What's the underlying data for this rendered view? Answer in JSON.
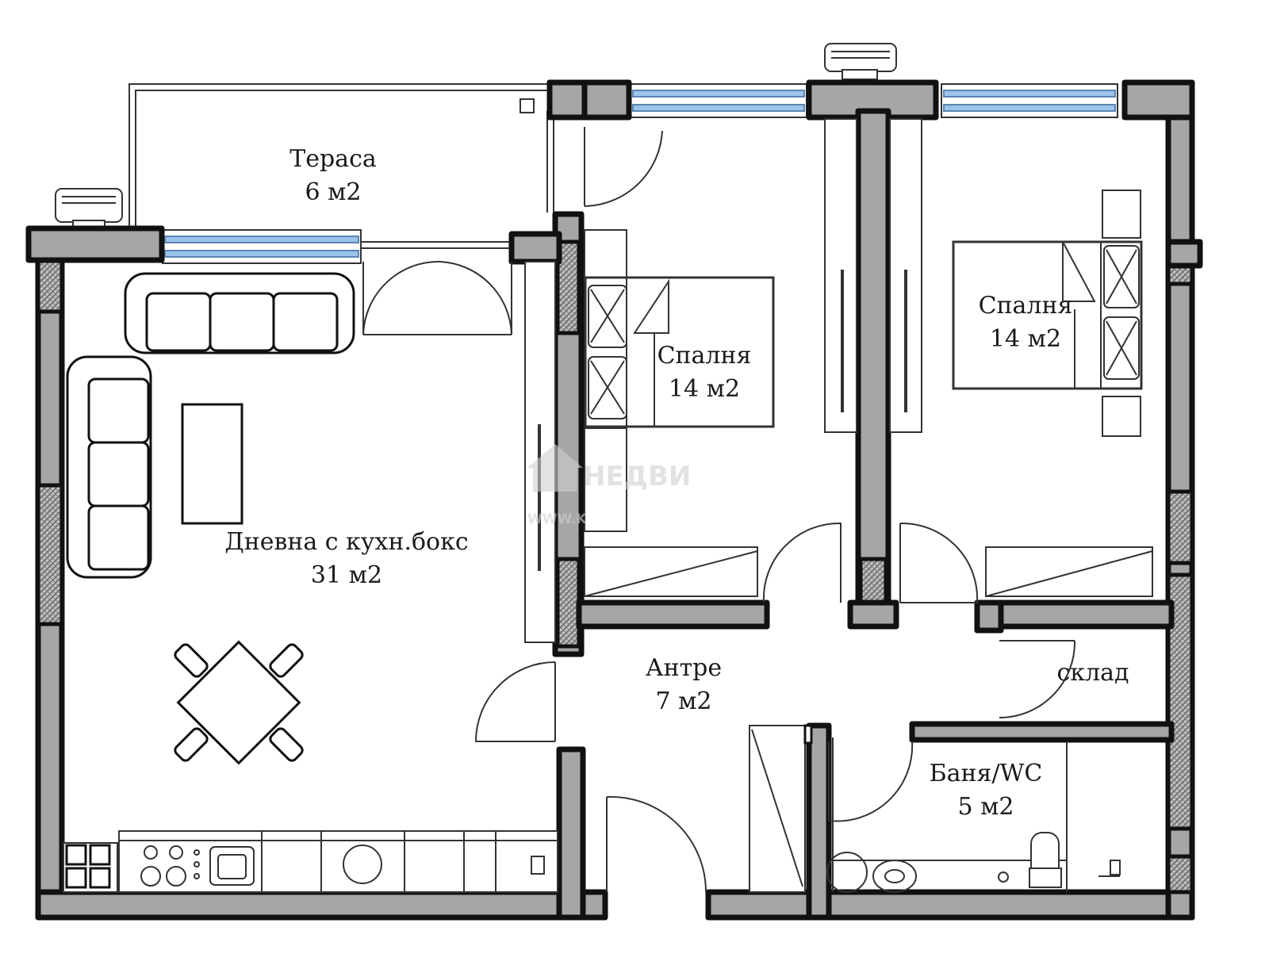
{
  "rooms": [
    {
      "id": "terrace",
      "name": "Тераса",
      "area": "6 м2"
    },
    {
      "id": "living",
      "name": "Дневна с кухн.бокс",
      "area": "31 м2"
    },
    {
      "id": "bedroom1",
      "name": "Спалня",
      "area": "14 м2"
    },
    {
      "id": "bedroom2",
      "name": "Спалня",
      "area": "14 м2"
    },
    {
      "id": "hall",
      "name": "Антре",
      "area": "7 м2"
    },
    {
      "id": "storage",
      "name": "склад",
      "area": ""
    },
    {
      "id": "bathroom",
      "name": "Баня/WC",
      "area": "5 м2"
    }
  ],
  "watermark": {
    "line1": "НЕДВИ",
    "line2": "WWW.K"
  },
  "colors": {
    "wall": "#a6a6a6",
    "outline": "#111111",
    "glass": "#9cc3ea",
    "background": "#ffffff"
  }
}
